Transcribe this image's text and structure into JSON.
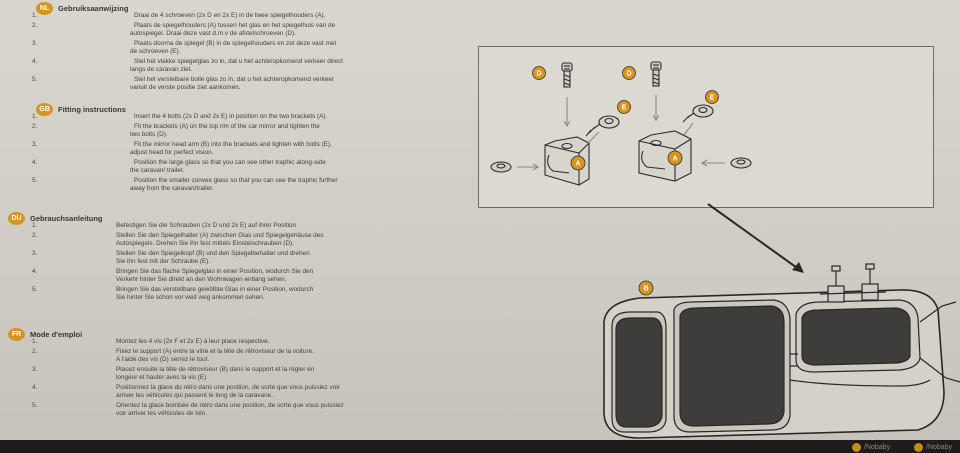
{
  "sections": [
    {
      "code": "NL",
      "title": "Gebruiksaanwijzing",
      "items": [
        {
          "num": "1.",
          "lines": [
            "Draai de 4 schroeven (2x D en 2x E) in de twee spiegelhouders (A)."
          ]
        },
        {
          "num": "2.",
          "lines": [
            "Plaats de spiegelhouders (A) tussen het glas en het spiegelhuis van de",
            "autospiegel. Draai deze vast d.m.v de afstelschroeven (D)."
          ]
        },
        {
          "num": "3.",
          "lines": [
            "Plaats doorna de spiegel (B) in de spiegelhouders en zet deze vast met",
            "de schroeven (E)."
          ]
        },
        {
          "num": "4.",
          "lines": [
            "Stel het vlakke spiegelglas zo in, dat u het achteropkomend verkeer direct",
            "langs de caravan ziet."
          ]
        },
        {
          "num": "5.",
          "lines": [
            "Stel het verstelbare bolle glas zo in, dat u het achteropkomend verkeer",
            "vanuit de verste positie ziet aankomen."
          ]
        }
      ]
    },
    {
      "code": "GB",
      "title": "Fitting instructions",
      "items": [
        {
          "num": "1.",
          "lines": [
            "Insert the 4 bolts (2x D and 2x E) in position on the two brackets (A)."
          ]
        },
        {
          "num": "2.",
          "lines": [
            "Fit the brackets (A) on the top rim of the car mirror and tighten the",
            "two bolts (D)."
          ]
        },
        {
          "num": "3.",
          "lines": [
            "Fit the mirror head arm (B) into the brackets and tighten with bolts (E),",
            "adjust head for perfect vision."
          ]
        },
        {
          "num": "4.",
          "lines": [
            "Position the large glass so that you can see other traphic along-side",
            "the caravan/ trailer."
          ]
        },
        {
          "num": "5.",
          "lines": [
            "Position the smaller convex glass so that you can see the traphic further",
            "away from the caravan/trailer."
          ]
        }
      ]
    },
    {
      "code": "DU",
      "title": "Gebrauchsanleitung",
      "items": [
        {
          "num": "1.",
          "lines": [
            "Befestigen Sie die Schrauben (2x D und 2x E) auf ihrer Position"
          ]
        },
        {
          "num": "2.",
          "lines": [
            "Stellen Sie den Spiegelhalter (A) zwischen Glas und Spiegelgehäuse des",
            "Autospiegels. Drehen Sie ihn fest mittels Einstelschrauben (D)."
          ]
        },
        {
          "num": "3.",
          "lines": [
            "Stellen Sie den Spiegelkopf (B) und den Spiegelbehalter und drehen",
            "Sie ihn fest mit der Schraube (E)."
          ]
        },
        {
          "num": "4.",
          "lines": [
            "Bringen Sie das flache Spiegelglas in einer Position, wodurch Sie den",
            "Verkehr hinter Sie direkt an den Wohnwagen entlang sehen."
          ]
        },
        {
          "num": "5.",
          "lines": [
            "Bringen Sie das verstellbare gewölbte Glas in einer Position, wodurch",
            "Sie hinter Sie schon vor weit weg ankommen sehen."
          ]
        }
      ]
    },
    {
      "code": "FR",
      "title": "Mode d'emploi",
      "items": [
        {
          "num": "1.",
          "lines": [
            "Montez les 4 vis (2x F et 2x E) à leur place respective."
          ]
        },
        {
          "num": "2.",
          "lines": [
            "Fixez le support (A) entre la vitre et la tête de rétroviseur de la voiture.",
            "A l'aide des vis (D) serrez le tout."
          ]
        },
        {
          "num": "3.",
          "lines": [
            "Placez ensuite la tête de rétroviseur (B) dans le support et la régler en",
            "longeur et hauter avec la vis (E)"
          ]
        },
        {
          "num": "4.",
          "lines": [
            "Positionnez la glace du rétro dans une position, de sorte que vous puissiez voir",
            "arriver les véhicules qui passent le long de la caravane."
          ]
        },
        {
          "num": "5.",
          "lines": [
            "Orientez la glace bombée de rétro dans une position, de sorte que vous puissiez",
            "voir arriver les véhicules de loin."
          ]
        }
      ]
    }
  ],
  "figure": {
    "labels": {
      "d1": "D",
      "d2": "D",
      "e1": "E",
      "e2": "E",
      "a1": "A",
      "a2": "A",
      "b": "B"
    }
  },
  "footer": {
    "social1": "/Nobaby",
    "social2": "/Nobaby"
  },
  "colors": {
    "accent": "#d7951f",
    "ink": "#3d3a37",
    "paper": "#d6d3cd"
  }
}
